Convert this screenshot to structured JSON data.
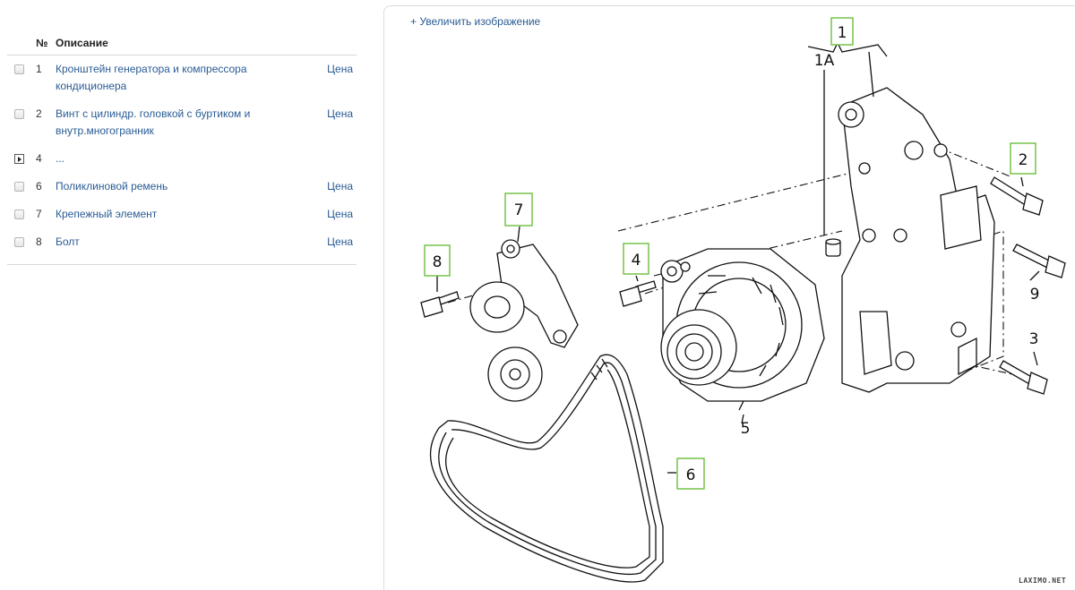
{
  "table": {
    "header": {
      "num": "№",
      "desc": "Описание"
    },
    "rows": [
      {
        "num": "1",
        "desc": "Кронштейн генератора и компрессора кондиционера",
        "price": "Цена",
        "type": "checkbox"
      },
      {
        "num": "2",
        "desc": "Винт с цилиндр. головкой с буртиком и внутр.многогранник",
        "price": "Цена",
        "type": "checkbox"
      },
      {
        "num": "4",
        "desc": "...",
        "price": "",
        "type": "expander"
      },
      {
        "num": "6",
        "desc": "Поликлиновой ремень",
        "price": "Цена",
        "type": "checkbox"
      },
      {
        "num": "7",
        "desc": "Крепежный элемент",
        "price": "Цена",
        "type": "checkbox"
      },
      {
        "num": "8",
        "desc": "Болт",
        "price": "Цена",
        "type": "checkbox"
      }
    ]
  },
  "image_panel": {
    "zoom_link": "+ Увеличить изображение",
    "watermark": "LAXIMO.NET",
    "callouts": {
      "c1": "1",
      "c1a": "1A",
      "c2": "2",
      "c3": "3",
      "c4": "4",
      "c5": "5",
      "c6": "6",
      "c7": "7",
      "c8": "8",
      "c9": "9"
    },
    "callout_color": "#6bbf3d"
  },
  "colors": {
    "link": "#2a5c95",
    "border": "#d8d8d8"
  }
}
